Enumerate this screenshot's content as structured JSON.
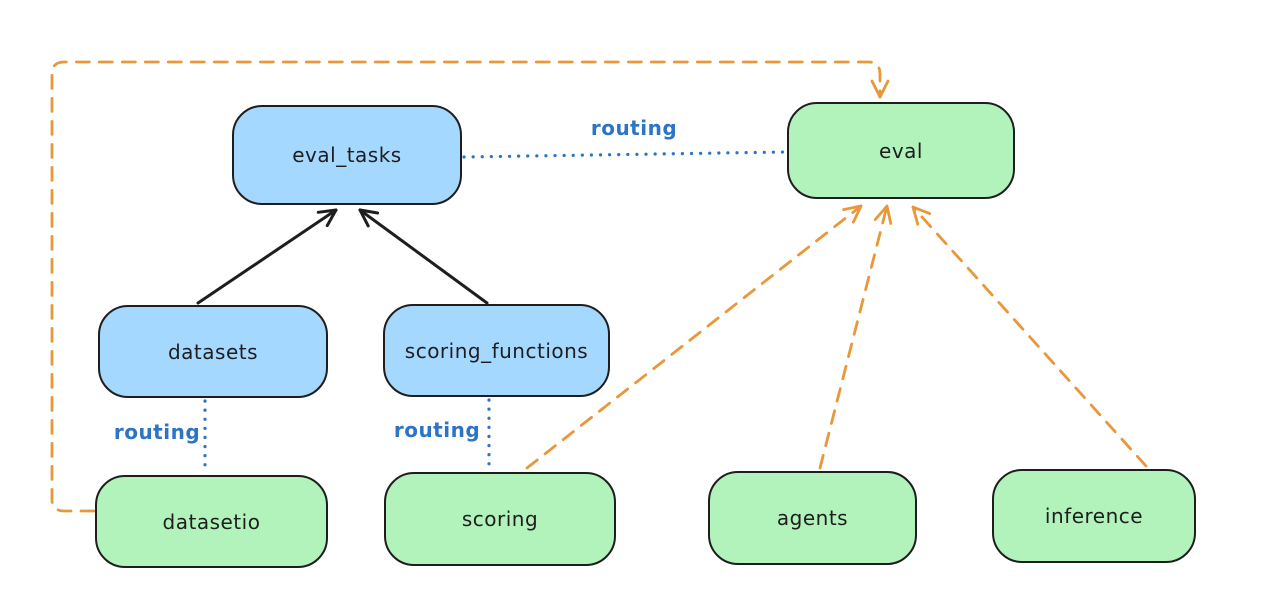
{
  "diagram": {
    "background": "#ffffff",
    "colors": {
      "blue_node_fill": "#a5d8ff",
      "green_node_fill": "#b2f2bb",
      "node_stroke": "#1e1e1e",
      "black_arrow": "#1e1e1e",
      "orange_arrow": "#e8973a",
      "routing_blue": "#2e74c4"
    },
    "nodes": {
      "eval_tasks": {
        "label": "eval_tasks",
        "color": "blue"
      },
      "eval": {
        "label": "eval",
        "color": "green"
      },
      "datasets": {
        "label": "datasets",
        "color": "blue"
      },
      "scoring_functions": {
        "label": "scoring_functions",
        "color": "blue"
      },
      "datasetio": {
        "label": "datasetio",
        "color": "green"
      },
      "scoring": {
        "label": "scoring",
        "color": "green"
      },
      "agents": {
        "label": "agents",
        "color": "green"
      },
      "inference": {
        "label": "inference",
        "color": "green"
      }
    },
    "edges": [
      {
        "from": "datasets",
        "to": "eval_tasks",
        "style": "solid",
        "color": "black",
        "arrow": true,
        "label": ""
      },
      {
        "from": "scoring_functions",
        "to": "eval_tasks",
        "style": "solid",
        "color": "black",
        "arrow": true,
        "label": ""
      },
      {
        "from": "eval_tasks",
        "to": "eval",
        "style": "dotted",
        "color": "blue",
        "arrow": false,
        "label": "routing"
      },
      {
        "from": "datasets",
        "to": "datasetio",
        "style": "dotted",
        "color": "blue",
        "arrow": false,
        "label": "routing"
      },
      {
        "from": "scoring_functions",
        "to": "scoring",
        "style": "dotted",
        "color": "blue",
        "arrow": false,
        "label": "routing"
      },
      {
        "from": "datasetio",
        "to": "eval",
        "style": "dashed",
        "color": "orange",
        "arrow": true,
        "label": ""
      },
      {
        "from": "scoring",
        "to": "eval",
        "style": "dashed",
        "color": "orange",
        "arrow": true,
        "label": ""
      },
      {
        "from": "agents",
        "to": "eval",
        "style": "dashed",
        "color": "orange",
        "arrow": true,
        "label": ""
      },
      {
        "from": "inference",
        "to": "eval",
        "style": "dashed",
        "color": "orange",
        "arrow": true,
        "label": ""
      }
    ],
    "edge_labels": {
      "eval_tasks_eval": "routing",
      "datasets_datasetio": "routing",
      "scoring_functions_scoring": "routing"
    }
  }
}
